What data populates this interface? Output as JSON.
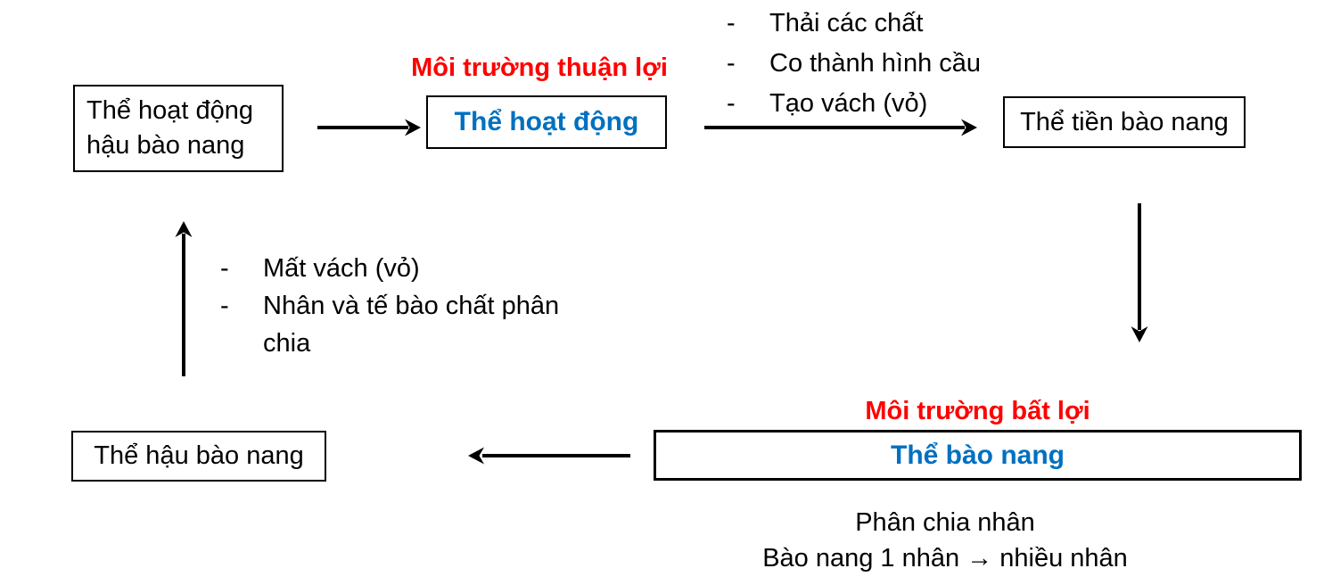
{
  "diagram": {
    "title_semantic": "Amoeba life-cycle stages diagram",
    "colors": {
      "red_label": "#FF0000",
      "blue_label": "#0070C0",
      "line": "#000000"
    },
    "bullet_marker": "-",
    "boxes": {
      "post_cyst_trophozoite": {
        "label": "Thể hoạt động\nhậu bào nang"
      },
      "trophozoite": {
        "label": "Thể hoạt động",
        "condition": "Môi trường thuận lợi"
      },
      "precyst": {
        "label": "Thể tiền bào nang"
      },
      "cyst": {
        "label": "Thể bào nang",
        "condition": "Môi trường bất lợi"
      },
      "metacyst": {
        "label": "Thể hậu bào nang"
      }
    },
    "top_bullets": [
      "Thải các chất",
      "Co thành hình cầu",
      "Tạo vách (vỏ)"
    ],
    "left_bullets": [
      "Mất vách (vỏ)",
      "Nhân và tế bào chất phân chia"
    ],
    "cyst_notes": [
      "Phân chia nhân",
      "Bào nang 1 nhân → nhiều nhân"
    ]
  }
}
